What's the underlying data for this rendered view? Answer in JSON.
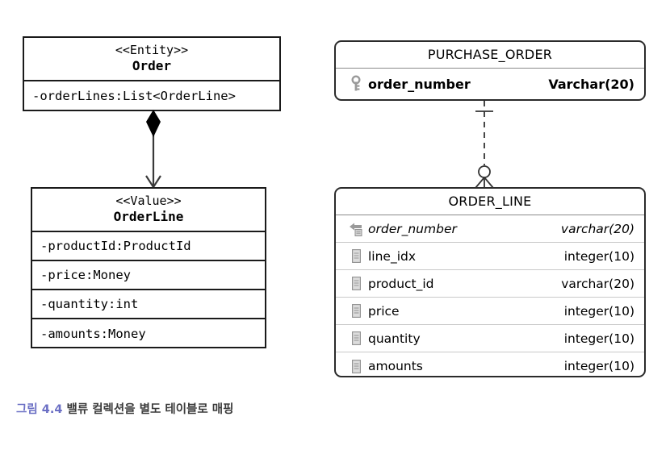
{
  "diagram": {
    "kind": "uml-to-erd-mapping",
    "uml_classes": [
      {
        "id": "order",
        "stereotype": "<<Entity>>",
        "name": "Order",
        "attributes": [
          "-orderLines:List<OrderLine>"
        ]
      },
      {
        "id": "orderline",
        "stereotype": "<<Value>>",
        "name": "OrderLine",
        "attributes": [
          "-productId:ProductId",
          "-price:Money",
          "-quantity:int",
          "-amounts:Money"
        ]
      }
    ],
    "uml_relationship": {
      "type": "composition",
      "source": "Order",
      "target": "OrderLine",
      "source_marker": "filled-diamond",
      "target_marker": "open-arrow"
    },
    "er_tables": [
      {
        "id": "purchase_order",
        "title": "PURCHASE_ORDER",
        "columns": [
          {
            "icon": "key-icon",
            "name": "order_number",
            "type": "Varchar(20)",
            "role": "pk"
          }
        ]
      },
      {
        "id": "order_line",
        "title": "ORDER_LINE",
        "columns": [
          {
            "icon": "foreign-key-icon",
            "name": "order_number",
            "type": "varchar(20)",
            "role": "fk"
          },
          {
            "icon": "column-icon",
            "name": "line_idx",
            "type": "integer(10)",
            "role": "column"
          },
          {
            "icon": "column-icon",
            "name": "product_id",
            "type": "varchar(20)",
            "role": "column"
          },
          {
            "icon": "column-icon",
            "name": "price",
            "type": "integer(10)",
            "role": "column"
          },
          {
            "icon": "column-icon",
            "name": "quantity",
            "type": "integer(10)",
            "role": "column"
          },
          {
            "icon": "column-icon",
            "name": "amounts",
            "type": "integer(10)",
            "role": "column"
          }
        ]
      }
    ],
    "er_relationship": {
      "type": "non-identifying",
      "line_style": "dashed",
      "parent": "PURCHASE_ORDER",
      "child": "ORDER_LINE",
      "parent_cardinality": "one",
      "child_cardinality": "zero-or-many"
    }
  },
  "caption": {
    "figure_number": "그림 4.4",
    "text": "밸류 컬렉션을 별도 테이블로 매핑",
    "accent_color": "#6b6fc4"
  }
}
